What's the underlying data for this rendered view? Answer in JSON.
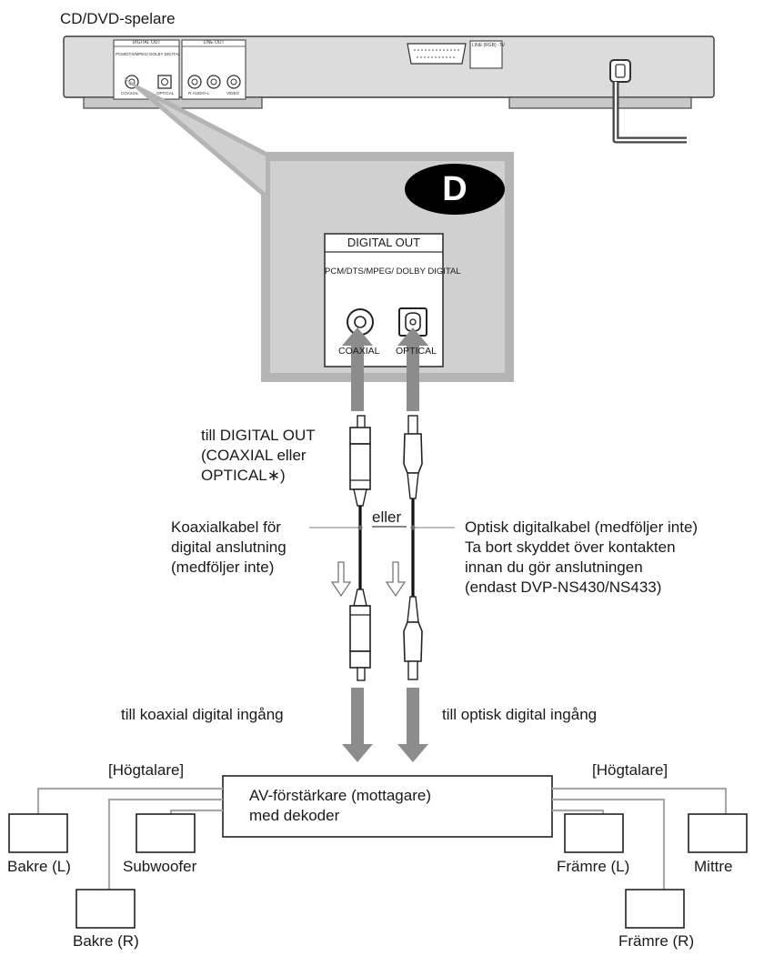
{
  "device": {
    "title": "CD/DVD-spelare",
    "panel_digital_out": "DIGITAL OUT",
    "panel_formats": "PCM/DTS/MPEG/\nDOLBY DIGITAL",
    "panel_coaxial": "COAXIAL",
    "panel_optical": "OPTICAL",
    "panel_line_out": "LINE OUT",
    "panel_audio": "R-AUDIO-L",
    "panel_video": "VIDEO",
    "panel_scart": "LINE\n(RGB)\n-TV"
  },
  "zoom": {
    "badge": "D",
    "digital_out": "DIGITAL OUT",
    "formats": "PCM/DTS/MPEG/\nDOLBY DIGITAL",
    "coaxial": "COAXIAL",
    "optical": "OPTICAL"
  },
  "labels": {
    "to_digital_out": "till DIGITAL OUT\n(COAXIAL eller\nOPTICAL∗)",
    "or": "eller",
    "coax_cable": "Koaxialkabel för\ndigital anslutning\n(medföljer inte)",
    "optical_cable": "Optisk digitalkabel (medföljer inte)\nTa bort skyddet över kontakten\ninnan du gör anslutningen\n(endast DVP-NS430/NS433)",
    "to_coax_in": "till koaxial digital ingång",
    "to_optical_in": "till optisk digital ingång"
  },
  "amplifier": {
    "name": "AV-förstärkare (mottagare)\nmed dekoder"
  },
  "speakers": {
    "group_left": "[Högtalare]",
    "group_right": "[Högtalare]",
    "rear_l": "Bakre (L)",
    "rear_r": "Bakre (R)",
    "subwoofer": "Subwoofer",
    "front_l": "Främre (L)",
    "front_r": "Främre (R)",
    "center": "Mittre"
  },
  "colors": {
    "chassis": "#dcdcdc",
    "zoom_fill": "#d0d0d0",
    "zoom_border": "#b4b4b4",
    "arrow": "#8c8c8c",
    "wire": "#a8a8a8",
    "badge": "#000000"
  }
}
